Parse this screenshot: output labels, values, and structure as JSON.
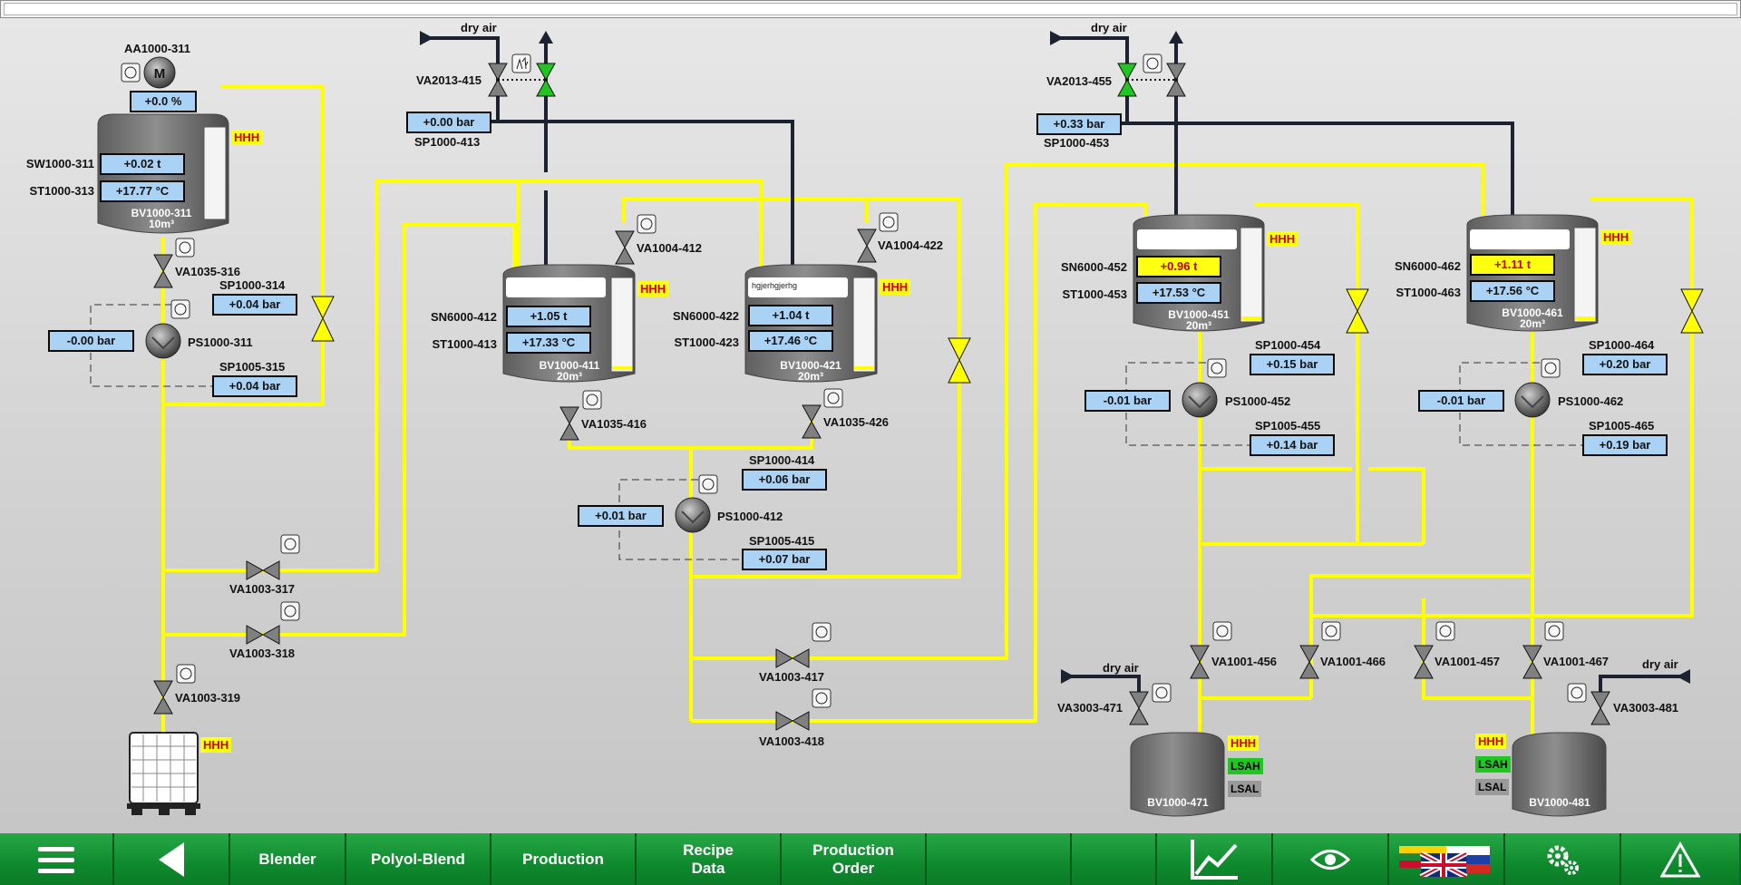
{
  "nav": {
    "menu_icon": "hamburger-menu-icon",
    "back_icon": "back-arrow-icon",
    "blender": "Blender",
    "polyol_blend": "Polyol-Blend",
    "production": "Production",
    "recipe_l1": "Recipe",
    "recipe_l2": "Data",
    "order_l1": "Production",
    "order_l2": "Order",
    "trend_icon": "trend-chart-icon",
    "view_icon": "eye-icon",
    "language_icon": "language-flags-icon",
    "settings_icon": "gears-icon",
    "alarm_icon": "warning-triangle-icon"
  },
  "colors": {
    "pipe_product": "#ffff00",
    "pipe_air": "#1c2230",
    "valve_open": "#22c422",
    "value_box": "#a9d2f5",
    "alarm": "#ffff12"
  },
  "labels": {
    "aa1000_311": "AA1000-311",
    "motor_letter": "M",
    "sw1000_311": "SW1000-311",
    "st1000_313": "ST1000-313",
    "bv1000_311": "BV1000-311",
    "vol_10": "10m³",
    "vol_20": "20m³",
    "va1035_316": "VA1035-316",
    "sp1000_314": "SP1000-314",
    "ps1000_311": "PS1000-311",
    "sp1005_315": "SP1005-315",
    "va1003_317": "VA1003-317",
    "va1003_318": "VA1003-318",
    "va1003_319": "VA1003-319",
    "dry_air": "dry air",
    "va2013_415": "VA2013-415",
    "sp1000_413": "SP1000-413",
    "va1004_412": "VA1004-412",
    "va1004_422": "VA1004-422",
    "sn6000_412": "SN6000-412",
    "st1000_413": "ST1000-413",
    "bv1000_411": "BV1000-411",
    "sn6000_422": "SN6000-422",
    "st1000_423": "ST1000-423",
    "bv1000_421": "BV1000-421",
    "va1035_416": "VA1035-416",
    "va1035_426": "VA1035-426",
    "sp1000_414": "SP1000-414",
    "ps1000_412": "PS1000-412",
    "sp1005_415": "SP1005-415",
    "va1003_417": "VA1003-417",
    "va1003_418": "VA1003-418",
    "va2013_455": "VA2013-455",
    "sp1000_453": "SP1000-453",
    "sn6000_452": "SN6000-452",
    "st1000_453": "ST1000-453",
    "bv1000_451": "BV1000-451",
    "sp1000_454": "SP1000-454",
    "ps1000_452": "PS1000-452",
    "sp1005_455": "SP1005-455",
    "sn6000_462": "SN6000-462",
    "st1000_463": "ST1000-463",
    "bv1000_461": "BV1000-461",
    "sp1000_464": "SP1000-464",
    "ps1000_462": "PS1000-462",
    "sp1005_465": "SP1005-465",
    "va1001_456": "VA1001-456",
    "va1001_466": "VA1001-466",
    "va1001_457": "VA1001-457",
    "va1001_467": "VA1001-467",
    "va3003_471": "VA3003-471",
    "va3003_481": "VA3003-481",
    "bv1000_471": "BV1000-471",
    "bv1000_481": "BV1000-481",
    "hhh": "HHH",
    "lsah": "LSAH",
    "lsal": "LSAL"
  },
  "values": {
    "aa1000_311": "+0.0 %",
    "sw1000_311": "+0.02 t",
    "st1000_313": "+17.77 °C",
    "sp1000_314": "+0.04 bar",
    "ps1000_311": "-0.00 bar",
    "sp1005_315": "+0.04 bar",
    "sp1000_413": "+0.00 bar",
    "sn6000_412": "+1.05 t",
    "st1000_413": "+17.33 °C",
    "sn6000_422": "+1.04 t",
    "st1000_423": "+17.46 °C",
    "tank_421_text": "hgjerhgjerhg",
    "sp1000_414": "+0.06 bar",
    "ps1000_412": "+0.01 bar",
    "sp1005_415": "+0.07 bar",
    "sp1000_453": "+0.33 bar",
    "sn6000_452": "+0.96 t",
    "st1000_453": "+17.53 °C",
    "sp1000_454": "+0.15 bar",
    "ps1000_452": "-0.01 bar",
    "sp1005_455": "+0.14 bar",
    "sn6000_462": "+1.11 t",
    "st1000_463": "+17.56 °C",
    "sp1000_464": "+0.20 bar",
    "ps1000_462": "-0.01 bar",
    "sp1005_465": "+0.19 bar"
  }
}
